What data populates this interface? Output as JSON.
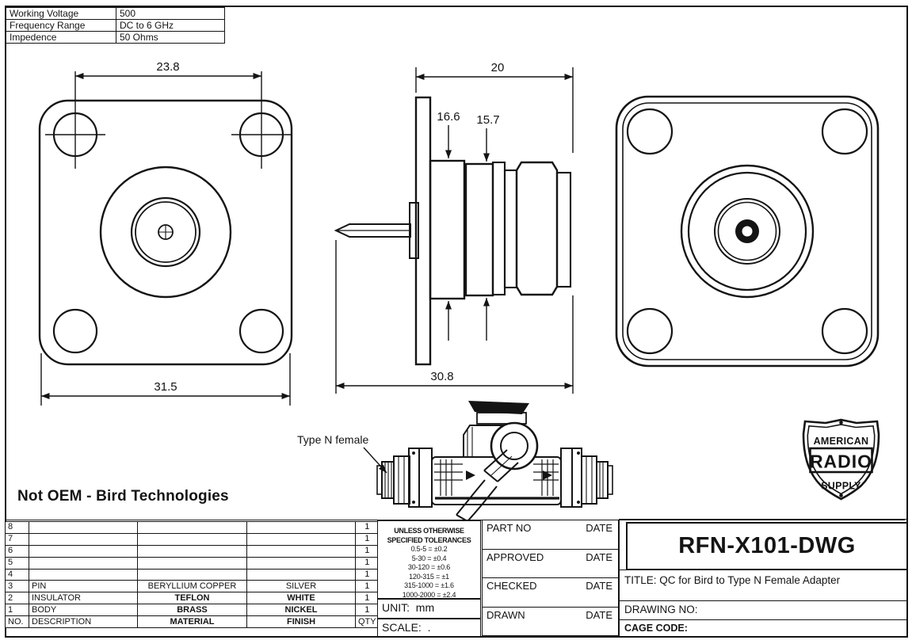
{
  "spec_table": {
    "rows": [
      {
        "label": "Working Voltage",
        "value": "500"
      },
      {
        "label": "Frequency Range",
        "value": "DC to 6 GHz"
      },
      {
        "label": "Impedence",
        "value": "50 Ohms"
      }
    ]
  },
  "dims": {
    "front_hole_spacing": "23.8",
    "front_overall_width": "31.5",
    "side_body_length": "20",
    "side_dia_large": "16.6",
    "side_dia_small": "15.7",
    "side_overall_length": "30.8"
  },
  "labels": {
    "connector": "Type N female",
    "not_oem": "Not OEM - Bird Technologies"
  },
  "logo": {
    "top": "AMERICAN",
    "middle": "RADIO",
    "bottom": "SUPPLY"
  },
  "parts_table": {
    "headers": [
      "NO.",
      "DESCRIPTION",
      "MATERIAL",
      "FINISH",
      "QTY"
    ],
    "rows": [
      {
        "no": "8",
        "description": "",
        "material": "",
        "finish": "",
        "qty": "1"
      },
      {
        "no": "7",
        "description": "",
        "material": "",
        "finish": "",
        "qty": "1"
      },
      {
        "no": "6",
        "description": "",
        "material": "",
        "finish": "",
        "qty": "1"
      },
      {
        "no": "5",
        "description": "",
        "material": "",
        "finish": "",
        "qty": "1"
      },
      {
        "no": "4",
        "description": "",
        "material": "",
        "finish": "",
        "qty": "1"
      },
      {
        "no": "3",
        "description": "PIN",
        "material": "BERYLLIUM COPPER",
        "finish": "SILVER",
        "qty": "1"
      },
      {
        "no": "2",
        "description": "INSULATOR",
        "material": "TEFLON",
        "finish": "WHITE",
        "qty": "1"
      },
      {
        "no": "1",
        "description": "BODY",
        "material": "BRASS",
        "finish": "NICKEL",
        "qty": "1"
      }
    ]
  },
  "tolerances": {
    "heading1": "UNLESS OTHERWISE",
    "heading2": "SPECIFIED TOLERANCES",
    "entries": [
      "0.5-5 = ±0.2",
      "5-30 = ±0.4",
      "30-120 = ±0.6",
      "120-315 = ±1",
      "315-1000 = ±1.6",
      "1000-2000 = ±2.4"
    ]
  },
  "footer": {
    "unit_label": "UNIT:",
    "unit_value": "mm",
    "scale_label": "SCALE:",
    "scale_value": "."
  },
  "approval": {
    "rows": [
      {
        "label": "PART NO",
        "date": "DATE"
      },
      {
        "label": "APPROVED",
        "date": "DATE"
      },
      {
        "label": "CHECKED",
        "date": "DATE"
      },
      {
        "label": "DRAWN",
        "date": "DATE"
      }
    ]
  },
  "title_block": {
    "part_number": "RFN-X101-DWG",
    "title": "TITLE: QC for Bird to Type N Female Adapter",
    "drawing_no": "DRAWING NO:",
    "cage_code": "CAGE CODE:"
  }
}
